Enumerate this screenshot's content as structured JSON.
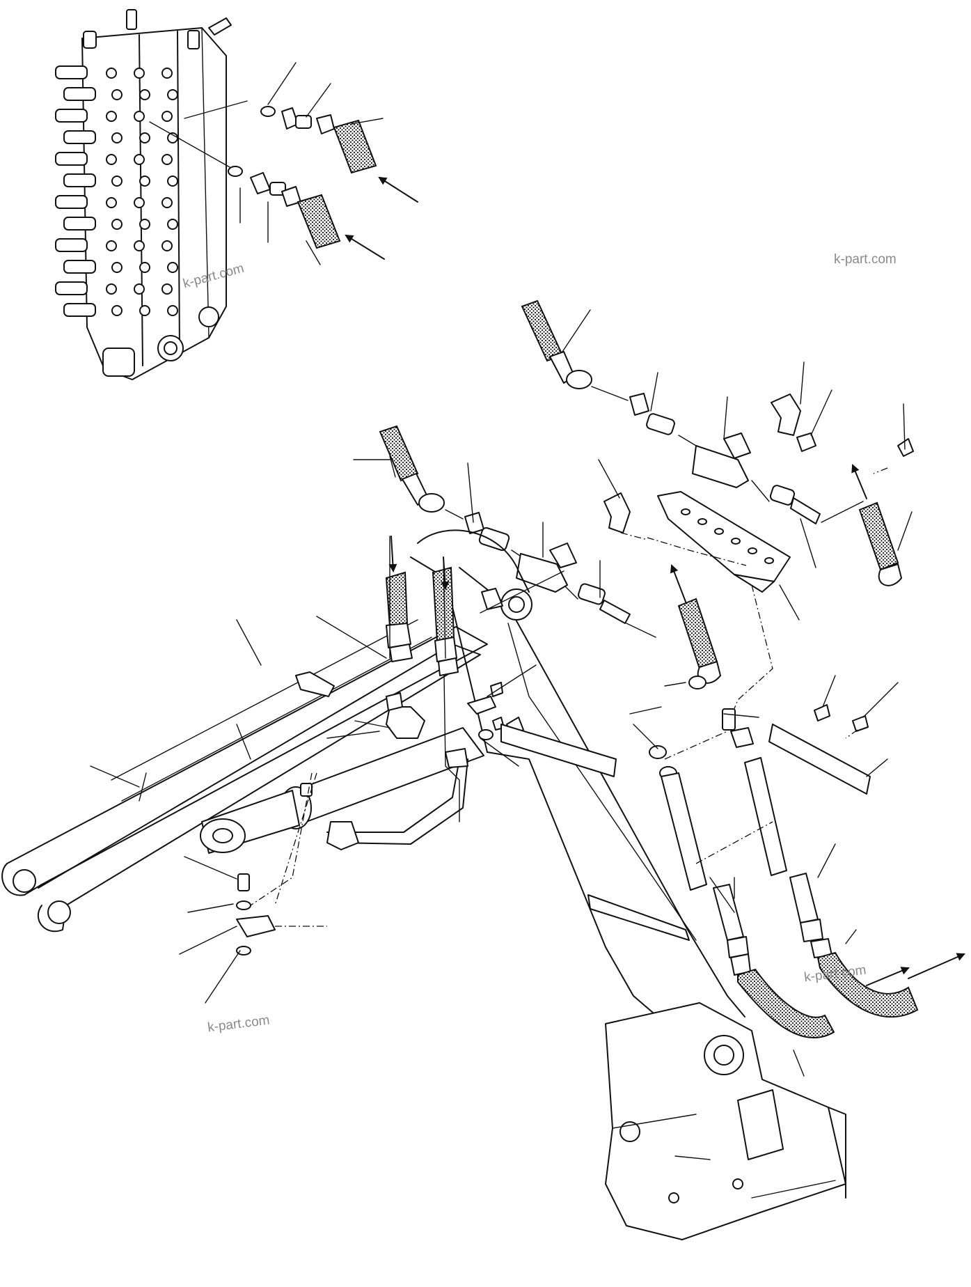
{
  "watermarks": [
    "k-part.com",
    "k-part.com",
    "k-part.com",
    "k-part.com"
  ],
  "colors": {
    "line": "#111111",
    "watermark": "#8a8a8a",
    "background": "#ffffff"
  }
}
